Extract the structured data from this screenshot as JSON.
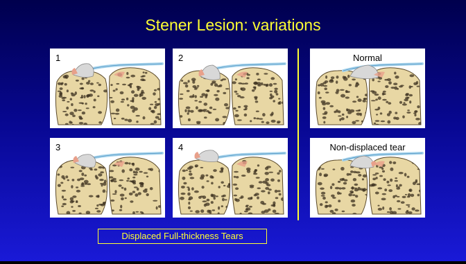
{
  "slide": {
    "title": "Stener Lesion: variations",
    "caption": "Displaced Full-thickness Tears"
  },
  "panels": [
    {
      "id": "1",
      "label": "1",
      "variant": "displaced-proximal"
    },
    {
      "id": "2",
      "label": "2",
      "variant": "displaced-retracted"
    },
    {
      "id": "normal",
      "label": "Normal",
      "variant": "normal"
    },
    {
      "id": "3",
      "label": "3",
      "variant": "displaced-folded"
    },
    {
      "id": "4",
      "label": "4",
      "variant": "displaced-superficial"
    },
    {
      "id": "non-displaced",
      "label": "Non-displaced tear",
      "variant": "non-displaced"
    }
  ],
  "colors": {
    "title": "#ffff33",
    "bone": "#e8d7a4",
    "bone_outline": "#5b4a2a",
    "adductor_aponeurosis": "#a8d4ec",
    "ligament": "#d8d8d8",
    "ligament_tear": "#e8a08a"
  }
}
